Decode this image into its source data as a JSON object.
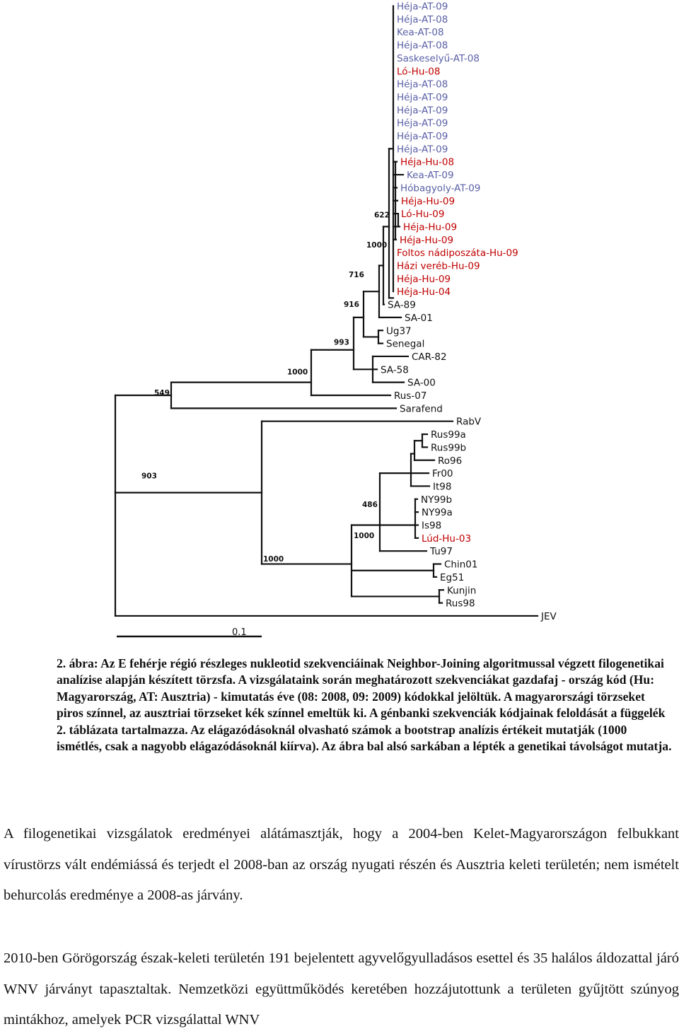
{
  "colors": {
    "hungarian": "#c00000",
    "austrian": "#5a5fa6",
    "other": "#111111",
    "line": "#111111"
  },
  "tree": {
    "leaves": [
      {
        "label": "Héja-AT-09",
        "origin": "austrian"
      },
      {
        "label": "Héja-AT-08",
        "origin": "austrian"
      },
      {
        "label": "Kea-AT-08",
        "origin": "austrian"
      },
      {
        "label": "Héja-AT-08",
        "origin": "austrian"
      },
      {
        "label": "Saskeselyű-AT-08",
        "origin": "austrian"
      },
      {
        "label": "Ló-Hu-08",
        "origin": "hungarian"
      },
      {
        "label": "Héja-AT-08",
        "origin": "austrian"
      },
      {
        "label": "Héja-AT-09",
        "origin": "austrian"
      },
      {
        "label": "Héja-AT-09",
        "origin": "austrian"
      },
      {
        "label": "Héja-AT-09",
        "origin": "austrian"
      },
      {
        "label": "Héja-AT-09",
        "origin": "austrian"
      },
      {
        "label": "Héja-AT-09",
        "origin": "austrian"
      },
      {
        "label": "Héja-Hu-08",
        "origin": "hungarian"
      },
      {
        "label": "Kea-AT-09",
        "origin": "austrian"
      },
      {
        "label": "Hóbagyoly-AT-09",
        "origin": "austrian"
      },
      {
        "label": "Héja-Hu-09",
        "origin": "hungarian"
      },
      {
        "label": "Ló-Hu-09",
        "origin": "hungarian"
      },
      {
        "label": "Héja-Hu-09",
        "origin": "hungarian"
      },
      {
        "label": "Héja-Hu-09",
        "origin": "hungarian"
      },
      {
        "label": "Foltos nádiposzáta-Hu-09",
        "origin": "hungarian"
      },
      {
        "label": "Házi veréb-Hu-09",
        "origin": "hungarian"
      },
      {
        "label": "Héja-Hu-09",
        "origin": "hungarian"
      },
      {
        "label": "Héja-Hu-04",
        "origin": "hungarian"
      },
      {
        "label": "SA-89",
        "origin": "other"
      },
      {
        "label": "SA-01",
        "origin": "other"
      },
      {
        "label": "Ug37",
        "origin": "other"
      },
      {
        "label": "Senegal",
        "origin": "other"
      },
      {
        "label": "CAR-82",
        "origin": "other"
      },
      {
        "label": "SA-58",
        "origin": "other"
      },
      {
        "label": "SA-00",
        "origin": "other"
      },
      {
        "label": "Rus-07",
        "origin": "other"
      },
      {
        "label": "Sarafend",
        "origin": "other"
      },
      {
        "label": "RabV",
        "origin": "other"
      },
      {
        "label": "Rus99a",
        "origin": "other"
      },
      {
        "label": "Rus99b",
        "origin": "other"
      },
      {
        "label": "Ro96",
        "origin": "other"
      },
      {
        "label": "Fr00",
        "origin": "other"
      },
      {
        "label": "It98",
        "origin": "other"
      },
      {
        "label": "NY99b",
        "origin": "other"
      },
      {
        "label": "NY99a",
        "origin": "other"
      },
      {
        "label": "Is98",
        "origin": "other"
      },
      {
        "label": "Lúd-Hu-03",
        "origin": "hungarian"
      },
      {
        "label": "Tu97",
        "origin": "other"
      },
      {
        "label": "Chin01",
        "origin": "other"
      },
      {
        "label": "Eg51",
        "origin": "other"
      },
      {
        "label": "Kunjin",
        "origin": "other"
      },
      {
        "label": "Rus98",
        "origin": "other"
      },
      {
        "label": "JEV",
        "origin": "other"
      }
    ],
    "bootstrap": [
      "622",
      "1000",
      "716",
      "916",
      "993",
      "1000",
      "549",
      "903",
      "486",
      "1000",
      "1000"
    ],
    "scale_label": "0.1"
  },
  "caption": "2. ábra: Az E fehérje régió részleges nukleotid szekvenciáinak Neighbor-Joining algoritmussal végzett filogenetikai analízise alapján készített törzsfa. A vizsgálataink során meghatározott szekvenciákat gazdafaj - ország kód (Hu: Magyarország, AT: Ausztria) - kimutatás éve (08: 2008, 09: 2009) kódokkal jelöltük. A magyarországi törzseket piros színnel, az ausztriai törzseket kék színnel emeltük ki. A génbanki szekvenciák kódjainak feloldását a függelék 2. táblázata tartalmazza. Az elágazódásoknál olvasható számok a bootstrap analízis értékeit mutatják (1000 ismétlés, csak a nagyobb elágazódásoknál kiírva). Az ábra bal alsó sarkában a lépték a genetikai távolságot mutatja.",
  "paragraphs": [
    "A filogenetikai vizsgálatok eredményei alátámasztják, hogy a 2004-ben Kelet-Magyarországon felbukkant vírustörzs vált endémiássá és terjedt el 2008-ban az ország nyugati részén és Ausztria keleti területén; nem ismételt behurcolás eredménye a 2008-as járvány.",
    "2010-ben Görögország észak-keleti területén 191 bejelentett agyvelőgyulladásos esettel és 35 halálos áldozattal járó WNV járványt tapasztaltak. Nemzetközi együttműködés keretében hozzájutottunk a területen gyűjtött szúnyog mintákhoz, amelyek PCR vizsgálattal WNV"
  ]
}
